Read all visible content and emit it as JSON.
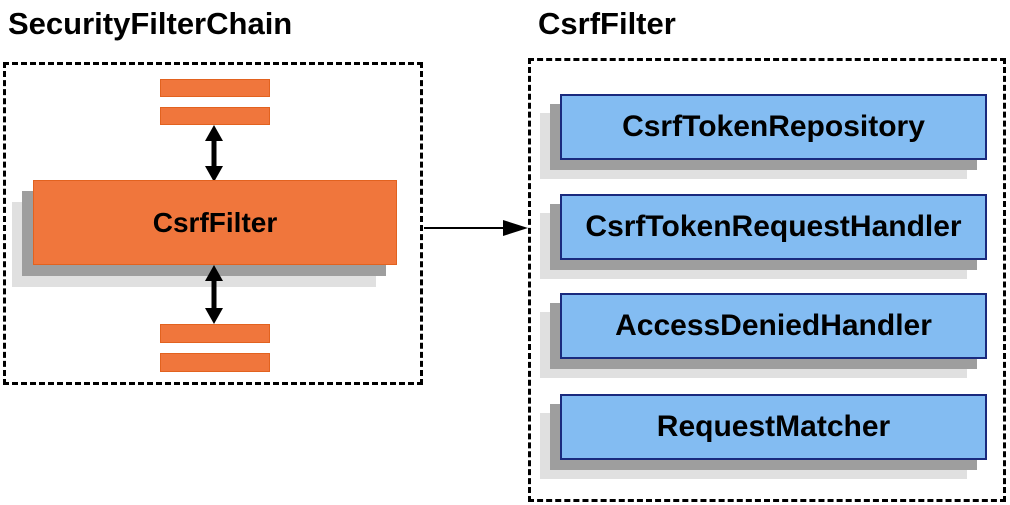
{
  "left_panel": {
    "title": "SecurityFilterChain",
    "filter_box_label": "CsrfFilter"
  },
  "right_panel": {
    "title": "CsrfFilter",
    "components": [
      "CsrfTokenRepository",
      "CsrfTokenRequestHandler",
      "AccessDeniedHandler",
      "RequestMatcher"
    ]
  },
  "icons": {
    "vertical_flow": "double-headed-arrow",
    "link": "right-arrow"
  },
  "colors": {
    "orange_fill": "#F0763C",
    "orange_border": "#e2621f",
    "blue_fill": "#83BCF2",
    "blue_border": "#1A2A7E",
    "shadow_dark": "#9E9E9E",
    "shadow_light": "#E0E0E0",
    "dashed_border": "#000000",
    "arrow": "#000000",
    "text": "#000000",
    "background": "#FFFFFF"
  }
}
